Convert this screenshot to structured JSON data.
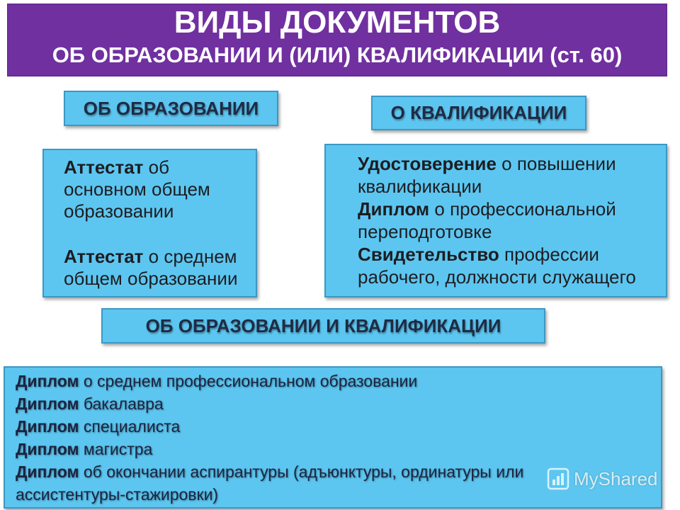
{
  "header": {
    "title": "ВИДЫ ДОКУМЕНТОВ",
    "subtitle": "ОБ ОБРАЗОВАНИИ И (ИЛИ) КВАЛИФИКАЦИИ (ст. 60)"
  },
  "education": {
    "label": "ОБ ОБРАЗОВАНИИ",
    "documents": [
      {
        "term": "Аттестат",
        "text": "об основном общем образовании"
      },
      {
        "term": "Аттестат",
        "text": "о среднем общем образовании"
      }
    ]
  },
  "qualification": {
    "label": "О КВАЛИФИКАЦИИ",
    "documents": [
      {
        "term": "Удостоверение",
        "text": "о повышении квалификации"
      },
      {
        "term": "Диплом",
        "text": "о профессиональной переподготовке"
      },
      {
        "term": "Свидетельство",
        "text": "профессии рабочего, должности служащего"
      }
    ]
  },
  "education_and_qualification": {
    "label": "ОБ ОБРАЗОВАНИИ И КВАЛИФИКАЦИИ",
    "documents": [
      {
        "term": "Диплом",
        "text": "о среднем профессиональном образовании"
      },
      {
        "term": "Диплом",
        "text": "бакалавра"
      },
      {
        "term": "Диплом",
        "text": "специалиста"
      },
      {
        "term": "Диплом",
        "text": "магистра"
      },
      {
        "term": "Диплом",
        "text": "об окончании аспирантуры (адъюнктуры, ординатуры или ассистентуры-стажировки)"
      }
    ]
  },
  "watermark": {
    "text": "MyShared",
    "icon": "myshared-logo-icon"
  },
  "colors": {
    "header_bg": "#7030A0",
    "header_text": "#FFFFFF",
    "box_bg": "#5CC6F0",
    "box_border": "#3C98C3",
    "label_text": "#1F2B45",
    "body_text": "#1D1D22",
    "list_text": "#1C2440"
  }
}
